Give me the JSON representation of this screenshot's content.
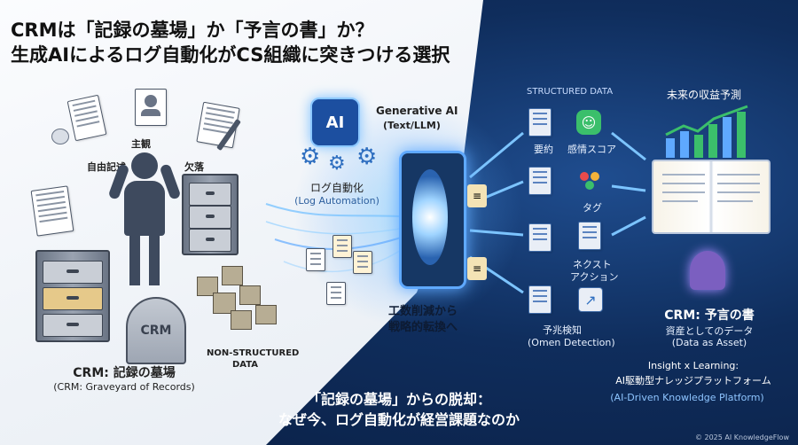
{
  "title": {
    "line1": "CRMは「記録の墓場」か「予言の書」か？",
    "line2": "生成AIによるログ自動化がCS組織に突きつける選択"
  },
  "left": {
    "labels": {
      "subjective": "主観",
      "free_text": "自由記述",
      "missing": "欠落"
    },
    "tombstone": "CRM",
    "unstructured": {
      "line1": "NON-STRUCTURED",
      "line2": "DATA"
    },
    "caption": {
      "line1": "CRM: 記録の墓場",
      "line2": "(CRM: Graveyard of Records)"
    }
  },
  "center": {
    "chip": "AI",
    "gen_ai": {
      "line1": "Generative AI",
      "line2": "(Text/LLM)"
    },
    "log_auto": {
      "line1": "ログ自動化",
      "line2": "(Log Automation)"
    },
    "effort": {
      "line1": "工数削減から",
      "line2": "戦略的転換へ"
    },
    "bottom": {
      "line1": "「記録の墓場」からの脱却：",
      "line2": "なぜ今、ログ自動化が経営課題なのか"
    }
  },
  "right": {
    "structured": "STRUCTURED DATA",
    "items": {
      "summary": "要約",
      "sentiment": "感情スコア",
      "tag": "タグ",
      "next_action": {
        "line1": "ネクスト",
        "line2": "アクション"
      },
      "omen": {
        "line1": "予兆検知",
        "line2": "(Omen Detection)"
      }
    },
    "future": "未来の収益予測",
    "caption": {
      "line1": "CRM: 予言の書",
      "line2": "資産としてのデータ",
      "line3": "(Data as Asset)"
    },
    "insight": {
      "line1": "Insight x Learning:",
      "line2": "AI駆動型ナレッジプラットフォーム",
      "line3": "(AI-Driven Knowledge Platform)"
    },
    "footer": "© 2025 AI KnowledgeFlow"
  },
  "colors": {
    "accent": "#5fa9ff",
    "dark_bg": "#0f2d5c",
    "green": "#3bbf6b"
  }
}
